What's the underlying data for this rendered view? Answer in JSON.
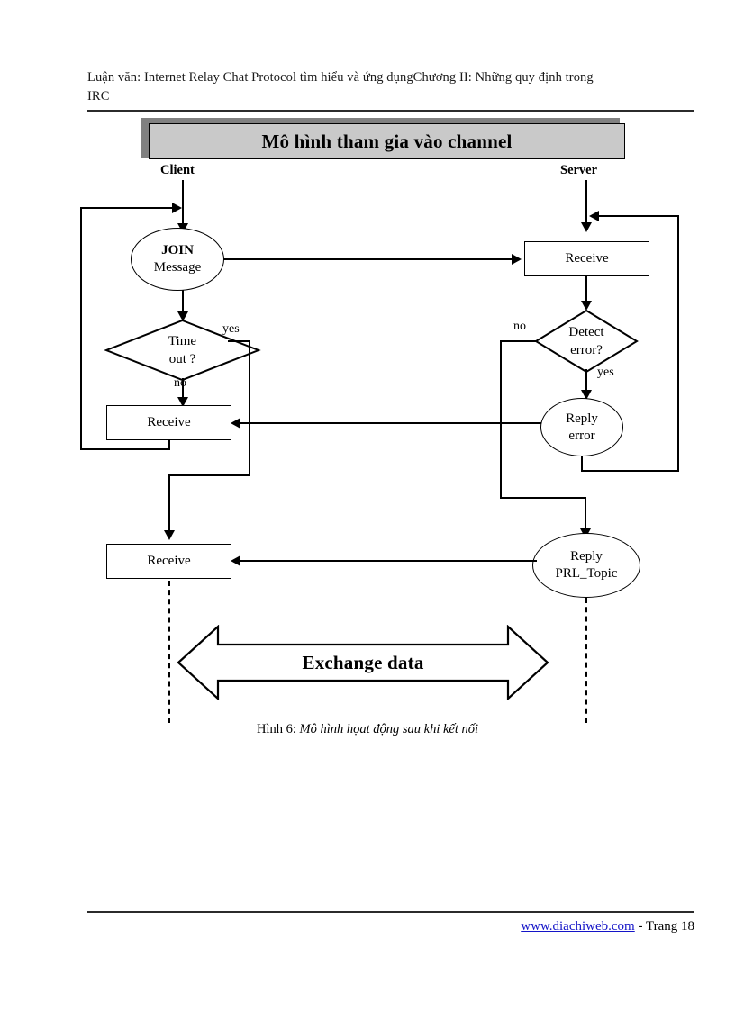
{
  "header": {
    "line1": "Luận văn: Internet Relay Chat Protocol tìm hiểu và ứng dụngChương II: Những quy định trong",
    "line2": "IRC"
  },
  "banner": {
    "title": "Mô hình tham gia vào channel"
  },
  "lanes": {
    "client": "Client",
    "server": "Server"
  },
  "diagram": {
    "client_nodes": {
      "join_line1": "JOIN",
      "join_line2": "Message",
      "timeout_line1": "Time",
      "timeout_line2": "out ?",
      "receive_mid": "Receive",
      "receive_bottom": "Receive"
    },
    "server_nodes": {
      "receive_top": "Receive",
      "detect_line1": "Detect",
      "detect_line2": "error?",
      "reply_error_line1": "Reply",
      "reply_error_line2": "error",
      "reply_topic_line1": "Reply",
      "reply_topic_line2": "PRL_Topic"
    },
    "branch_labels": {
      "timeout_yes": "yes",
      "timeout_no": "no",
      "detect_no": "no",
      "detect_yes": "yes"
    },
    "exchange_label": "Exchange data"
  },
  "caption": {
    "prefix": "Hình 6: ",
    "italic": "Mô hình họat động sau khi kết nối"
  },
  "footer": {
    "link": "www.diachiweb.com",
    "suffix": " - Trang 18"
  },
  "colors": {
    "banner_fill": "#c9c9c9",
    "banner_shadow": "#808080",
    "link": "#1414c8",
    "stroke": "#000000"
  }
}
